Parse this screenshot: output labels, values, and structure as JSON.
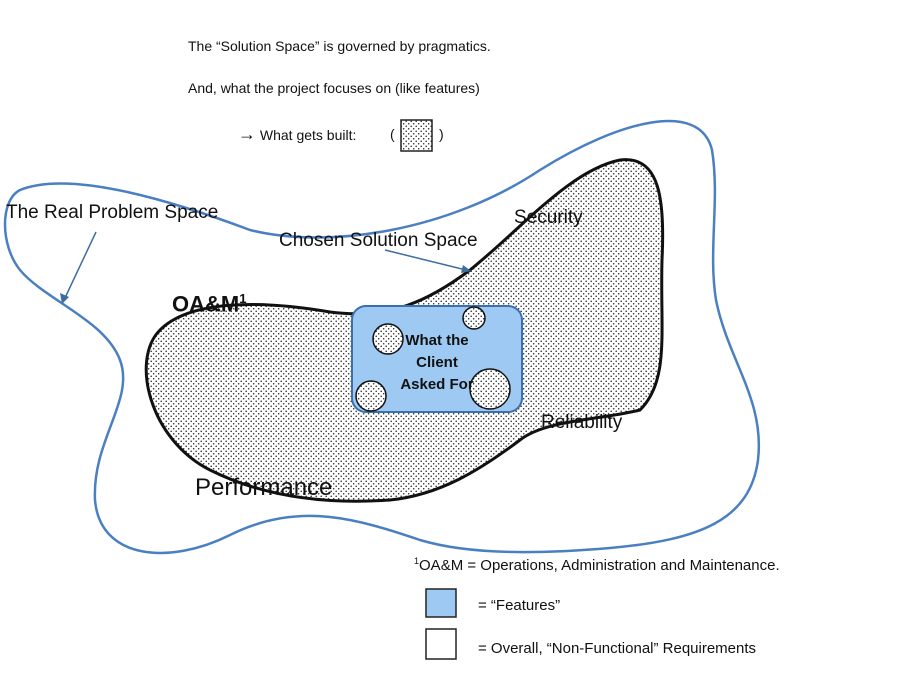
{
  "intro": {
    "line1": "The “Solution Space” is governed by pragmatics.",
    "line2": "And, what the project focuses on  (like features)",
    "line3_text": "What gets built:",
    "line3_open": "(",
    "line3_close": ")",
    "arrow_glyph": "→"
  },
  "labels": {
    "real_problem_space": "The Real Problem Space",
    "chosen_solution_space": "Chosen Solution Space",
    "security": "Security",
    "oam": "OA&M",
    "oam_sup": "1",
    "reliability": "Reliability",
    "performance": "Performance",
    "client_line1": "What the",
    "client_line2": "Client",
    "client_line3": "Asked For"
  },
  "legend": {
    "footnote_sup": "1",
    "footnote": "OA&M = Operations, Administration and Maintenance.",
    "features": "= “Features”",
    "nonfunctional": "= Overall, “Non-Functional” Requirements"
  },
  "colors": {
    "outline_blue": "#4a7fc1",
    "feature_fill": "#9ec9f2",
    "feature_stroke": "#3b6fb0",
    "solution_stroke": "#111111"
  }
}
